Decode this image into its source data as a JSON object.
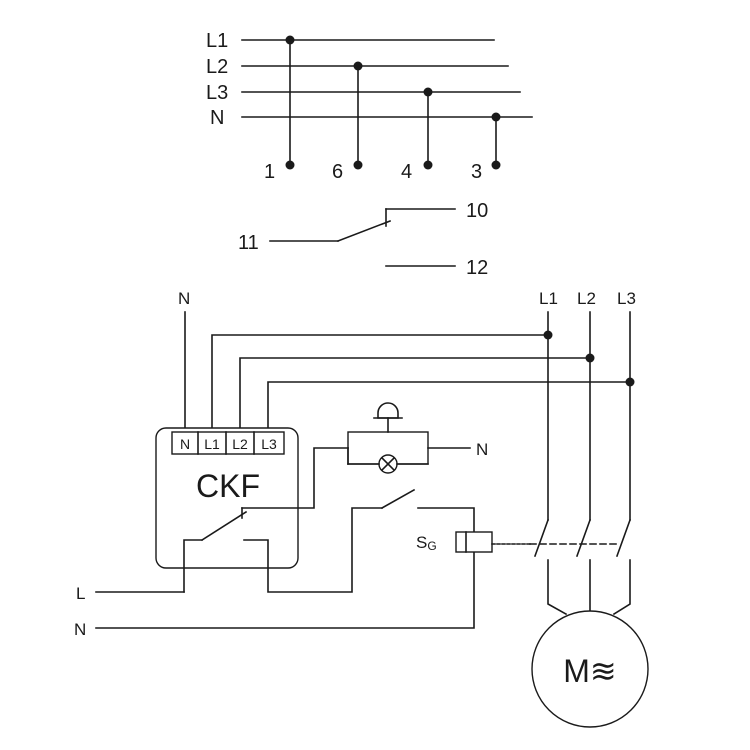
{
  "top_schematic": {
    "lines": [
      {
        "label": "L1",
        "terminal": "1"
      },
      {
        "label": "L2",
        "terminal": "6"
      },
      {
        "label": "L3",
        "terminal": "4"
      },
      {
        "label": "N",
        "terminal": "3"
      }
    ],
    "contacts": {
      "common": "11",
      "normally_open": "10",
      "normally_closed": "12"
    }
  },
  "wiring": {
    "device": {
      "name": "CKF",
      "terminals": [
        "N",
        "L1",
        "L2",
        "L3"
      ]
    },
    "supply_top": {
      "n": "N",
      "l1": "L1",
      "l2": "L2",
      "l3": "L3"
    },
    "lamp_neutral": "N",
    "contactor_coil": {
      "prefix": "S",
      "subscript": "G"
    },
    "feed": {
      "l": "L",
      "n": "N"
    },
    "motor": {
      "symbol": "M≋"
    }
  }
}
